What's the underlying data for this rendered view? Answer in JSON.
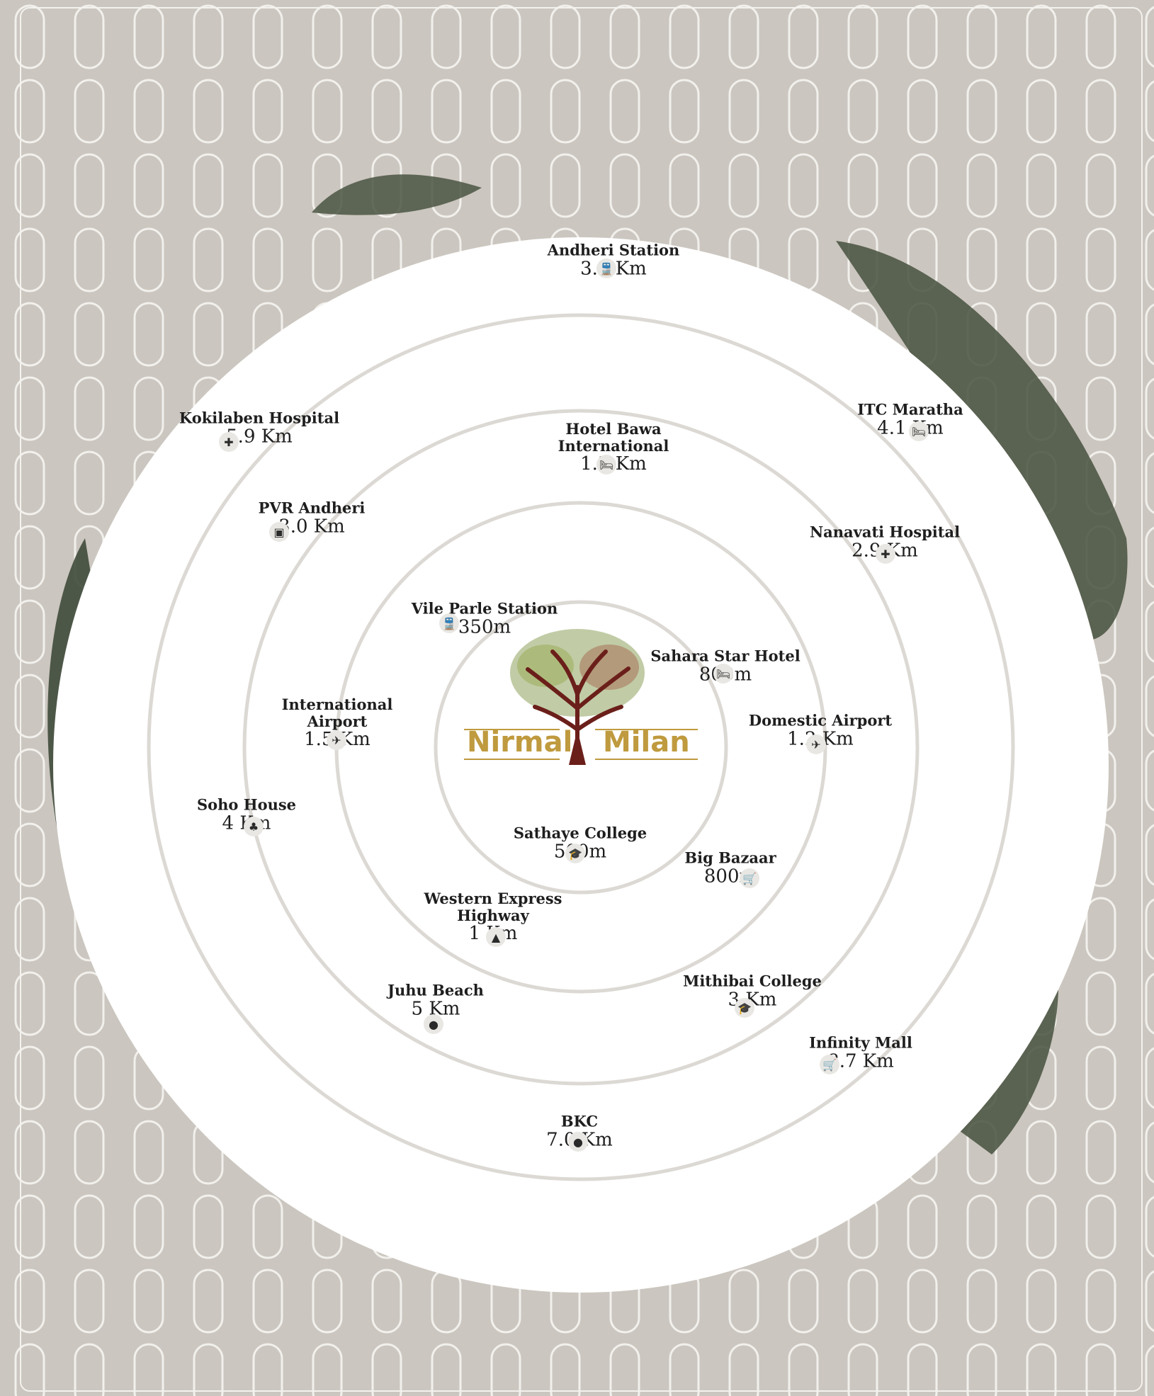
{
  "brand": {
    "name_left": "Nirmal",
    "name_right": "Milan"
  },
  "colors": {
    "background": "#cbc6bf",
    "disc": "#ffffff",
    "ring": "#dcd9d4",
    "logo_gold": "#bf9a3e",
    "tree_trunk": "#6b1f1a",
    "leaf": "#4a5442"
  },
  "places": [
    {
      "name": "Andheri Station",
      "distance": "3.3 Km",
      "icon": "train-icon"
    },
    {
      "name": "Kokilaben Hospital",
      "distance": "5.9 Km",
      "icon": "hospital-icon"
    },
    {
      "name": "ITC Maratha",
      "distance": "4.1 Km",
      "icon": "hotel-icon"
    },
    {
      "name": "Hotel Bawa International",
      "distance": "1.3 Km",
      "icon": "hotel-icon"
    },
    {
      "name": "PVR Andheri",
      "distance": "3.0 Km",
      "icon": "cinema-icon"
    },
    {
      "name": "Nanavati Hospital",
      "distance": "2.9 Km",
      "icon": "hospital-icon"
    },
    {
      "name": "Vile Parle Station",
      "distance": "350m",
      "icon": "train-icon"
    },
    {
      "name": "Sahara Star Hotel",
      "distance": "800m",
      "icon": "hotel-icon"
    },
    {
      "name": "International Airport",
      "distance": "1.5 Km",
      "icon": "airplane-icon"
    },
    {
      "name": "Domestic Airport",
      "distance": "1.2 Km",
      "icon": "airplane-icon"
    },
    {
      "name": "Soho House",
      "distance": "4 Km",
      "icon": "club-icon"
    },
    {
      "name": "Sathaye College",
      "distance": "500m",
      "icon": "graduation-cap-icon"
    },
    {
      "name": "Big Bazaar",
      "distance": "800m",
      "icon": "cart-icon"
    },
    {
      "name": "Western Express Highway",
      "distance": "1 Km",
      "icon": "road-icon"
    },
    {
      "name": "Juhu Beach",
      "distance": "5 Km",
      "icon": "location-pin-icon"
    },
    {
      "name": "Mithibai College",
      "distance": "3 Km",
      "icon": "graduation-cap-icon"
    },
    {
      "name": "Infinity Mall",
      "distance": "8.7 Km",
      "icon": "cart-icon"
    },
    {
      "name": "BKC",
      "distance": "7.0 Km",
      "icon": "location-pin-icon"
    }
  ]
}
